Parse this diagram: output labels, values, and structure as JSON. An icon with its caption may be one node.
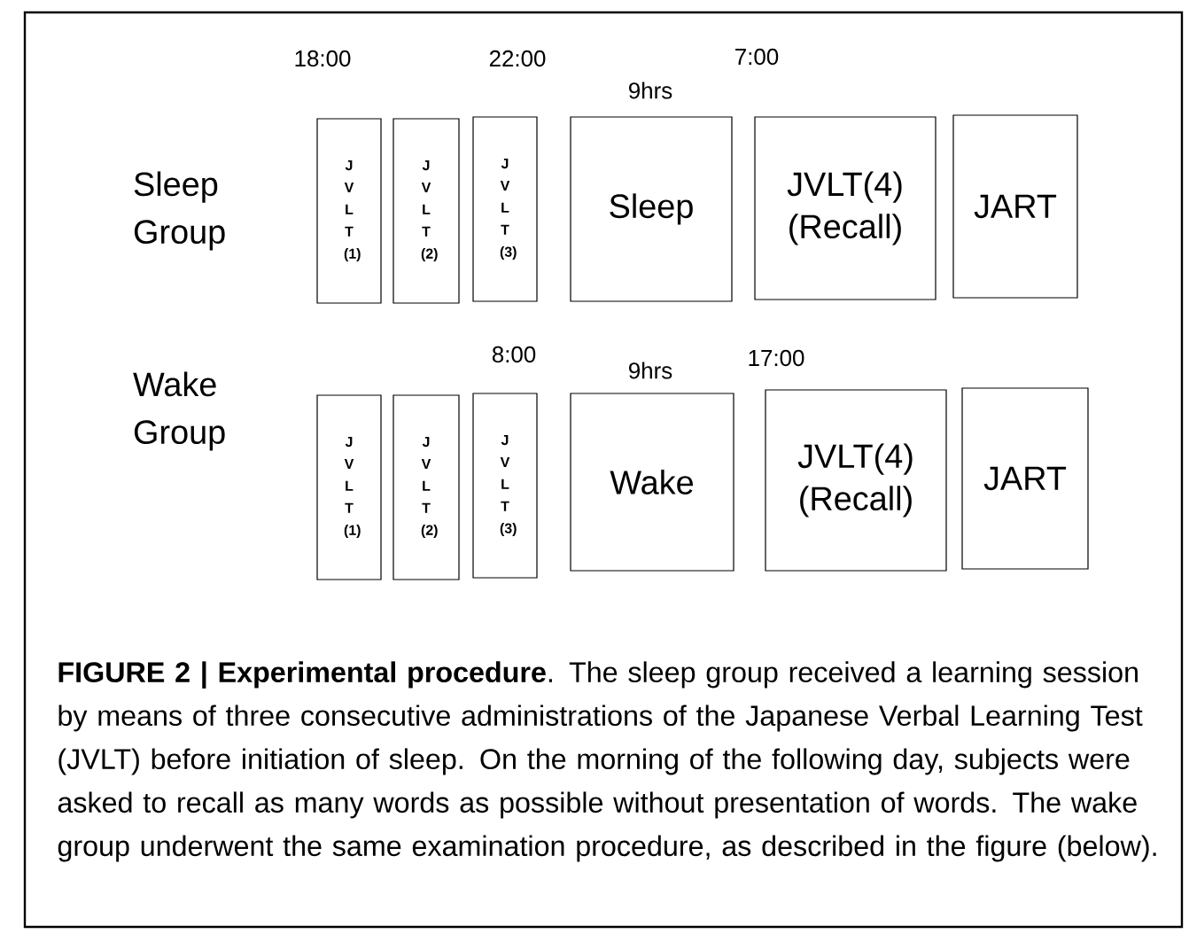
{
  "diagram": {
    "caption": "**FIGURE 2 | Experimental procedure**. The sleep group received a learning session by means of three consecutive administrations of the Japanese Verbal Learning Test (JVLT) before initiation of sleep. On the morning of the following day, subjects were asked to recall as many words as possible without presentation of words. The wake group underwent the same examination procedure, as described in the figure (below).",
    "nodes": [
      {
        "text": [
          "J V L T (1)"
        ]
      },
      {
        "text": [
          "J V L T (2)"
        ]
      },
      {
        "text": [
          "J V L T (3)"
        ]
      },
      {
        "text": [
          "Sleep"
        ]
      },
      {
        "text": [
          "JVLT(4) (Recall)"
        ]
      },
      {
        "text": [
          "JART"
        ]
      },
      {
        "text": [
          "J V L T (1)"
        ]
      },
      {
        "text": [
          "J V L T (2)"
        ]
      },
      {
        "text": [
          "J V L T (3)"
        ]
      },
      {
        "text": [
          "Wake"
        ]
      },
      {
        "text": [
          "JVLT(4) (Recall)"
        ]
      },
      {
        "text": [
          "JART"
        ]
      }
    ],
    "labels": [
      "18:00",
      "22:00",
      "7:00",
      "9hrs",
      "Sleep Group",
      "8:00",
      "9hrs",
      "17:00",
      "Wake Group"
    ]
  }
}
